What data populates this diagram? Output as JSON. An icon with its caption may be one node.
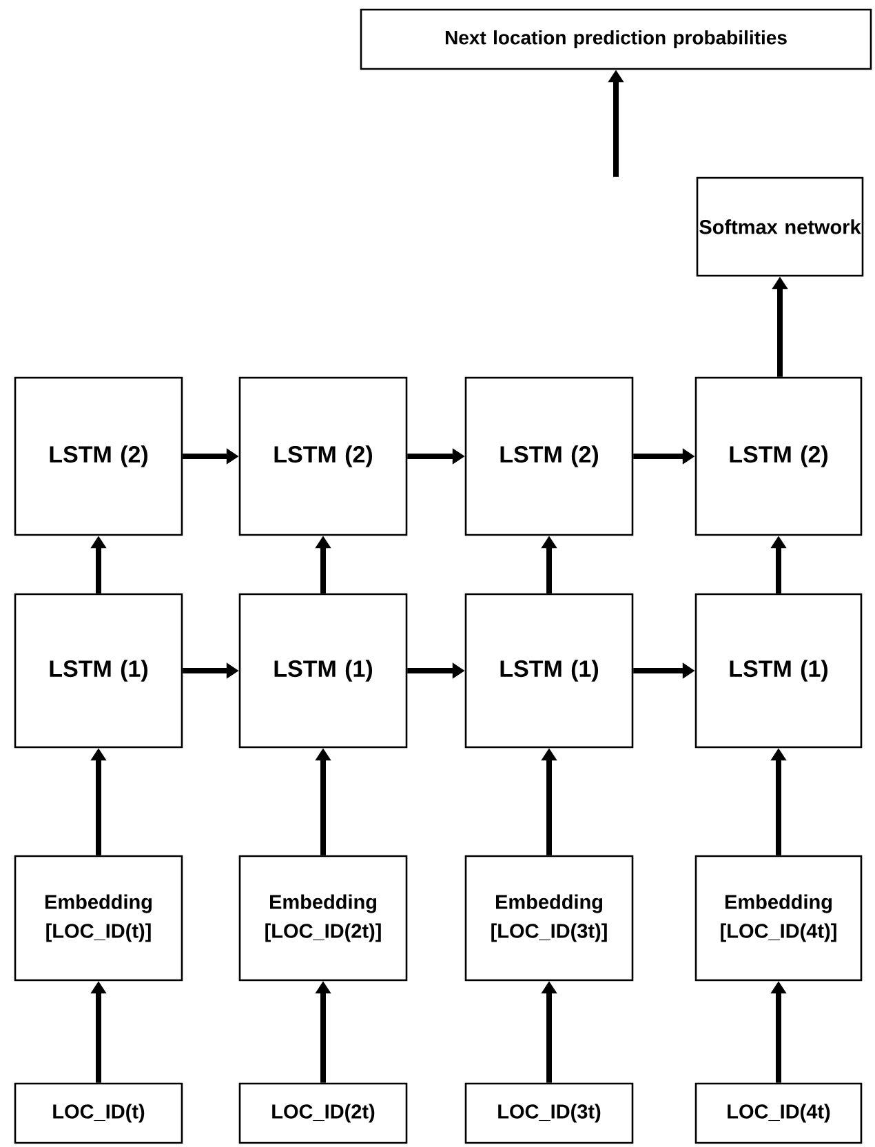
{
  "diagram": {
    "nodes": [
      {
        "text": [
          "Next location prediction probabilities"
        ]
      },
      {
        "text": [
          "Softmax network"
        ]
      },
      {
        "text": [
          "LSTM (2)"
        ]
      },
      {
        "text": [
          "LSTM (2)"
        ]
      },
      {
        "text": [
          "LSTM (2)"
        ]
      },
      {
        "text": [
          "LSTM (2)"
        ]
      },
      {
        "text": [
          "LSTM (1)"
        ]
      },
      {
        "text": [
          "LSTM (1)"
        ]
      },
      {
        "text": [
          "LSTM (1)"
        ]
      },
      {
        "text": [
          "LSTM (1)"
        ]
      },
      {
        "text": [
          "Embedding [LOC_ID(t)]"
        ]
      },
      {
        "text": [
          "Embedding [LOC_ID(2t)]"
        ]
      },
      {
        "text": [
          "Embedding [LOC_ID(3t)]"
        ]
      },
      {
        "text": [
          "Embedding [LOC_ID(4t)]"
        ]
      },
      {
        "text": [
          "LOC_ID(t)"
        ]
      },
      {
        "text": [
          "LOC_ID(2t)"
        ]
      },
      {
        "text": [
          "LOC_ID(3t)"
        ]
      },
      {
        "text": [
          "LOC_ID(4t)"
        ]
      }
    ],
    "edges": [
      {
        "from": 1,
        "to": 0,
        "arrow": "to"
      },
      {
        "from": 5,
        "to": 1,
        "arrow": "to"
      },
      {
        "from": 2,
        "to": 3,
        "arrow": "to"
      },
      {
        "from": 3,
        "to": 4,
        "arrow": "to"
      },
      {
        "from": 4,
        "to": 5,
        "arrow": "to"
      },
      {
        "from": 6,
        "to": 2,
        "arrow": "to"
      },
      {
        "from": 7,
        "to": 3,
        "arrow": "to"
      },
      {
        "from": 8,
        "to": 4,
        "arrow": "to"
      },
      {
        "from": 9,
        "to": 5,
        "arrow": "to"
      },
      {
        "from": 6,
        "to": 7,
        "arrow": "to"
      },
      {
        "from": 7,
        "to": 8,
        "arrow": "to"
      },
      {
        "from": 8,
        "to": 9,
        "arrow": "to"
      },
      {
        "from": 10,
        "to": 6,
        "arrow": "to"
      },
      {
        "from": 11,
        "to": 7,
        "arrow": "to"
      },
      {
        "from": 12,
        "to": 8,
        "arrow": "to"
      },
      {
        "from": 13,
        "to": 9,
        "arrow": "to"
      },
      {
        "from": 14,
        "to": 10,
        "arrow": "to"
      },
      {
        "from": 15,
        "to": 11,
        "arrow": "to"
      },
      {
        "from": 16,
        "to": 12,
        "arrow": "to"
      },
      {
        "from": 17,
        "to": 13,
        "arrow": "to"
      }
    ]
  }
}
